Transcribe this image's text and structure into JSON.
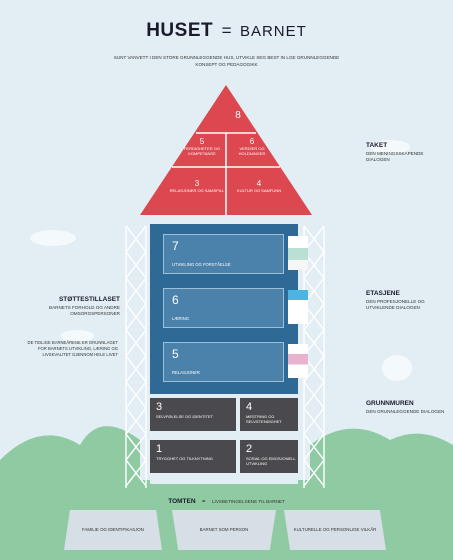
{
  "header": {
    "title": "HUSET",
    "separator": "=",
    "title_suffix": "BARNET",
    "subtitle": "Sunt vanvett i den store grunnleggende hus, utvikle seg best in lge grunnleggende konsept og pedagogikk"
  },
  "roof": {
    "apex": {
      "number": "8"
    },
    "blocks": [
      {
        "number": "5",
        "label": "Ferdigheter og kompetanse"
      },
      {
        "number": "6",
        "label": "Verdier og holdninger"
      },
      {
        "number": "3",
        "label": "Relasjoner og samspill"
      },
      {
        "number": "4",
        "label": "Kultur og samfunn"
      }
    ]
  },
  "right_labels": {
    "taket": {
      "title": "TAKET",
      "sub": "Den meningsskapende dialogen"
    },
    "etasjene": {
      "title": "ETASJENE",
      "sub": "Den profesjonelle og utviklende dialogen"
    },
    "grunnmuren": {
      "title": "GRUNNMUREN",
      "sub": "Den grunnleggende dialogen"
    }
  },
  "left_labels": {
    "stillas": {
      "title": "STØTTESTILLASET",
      "sub": "Barnets forhold og andre omsorgspersoner"
    },
    "note": "De tidlige barneårene er grunnlaget for barnets utvikling, læring og livskvalitet gjennom hele livet"
  },
  "floors": [
    {
      "number": "7",
      "label": "Utvikling og forståelse"
    },
    {
      "number": "6",
      "label": "Læring"
    },
    {
      "number": "5",
      "label": "Relasjoner"
    }
  ],
  "ground": [
    {
      "number": "3",
      "label": "Selvfølelse og identitet"
    },
    {
      "number": "4",
      "label": "Mestring og selvstendighet"
    },
    {
      "number": "1",
      "label": "Trygghet og tilknytning"
    },
    {
      "number": "2",
      "label": "Sosial og emosjonell utvikling"
    }
  ],
  "foundation": {
    "title": "TOMTEN",
    "separator": "=",
    "subtitle": "Livsbetingelsene til barnet",
    "boxes": [
      "Familie og identifikasjon",
      "Barnet som person",
      "Kulturelle og personlige vilkår"
    ]
  },
  "colors": {
    "roof_red": "#dd4750",
    "floor_blue": "#4a82ab",
    "house_frame": "#2f6a96",
    "ground_dark": "#4a4a4e",
    "grass_green": "#8fcaa3",
    "background": "#e2eef4"
  }
}
